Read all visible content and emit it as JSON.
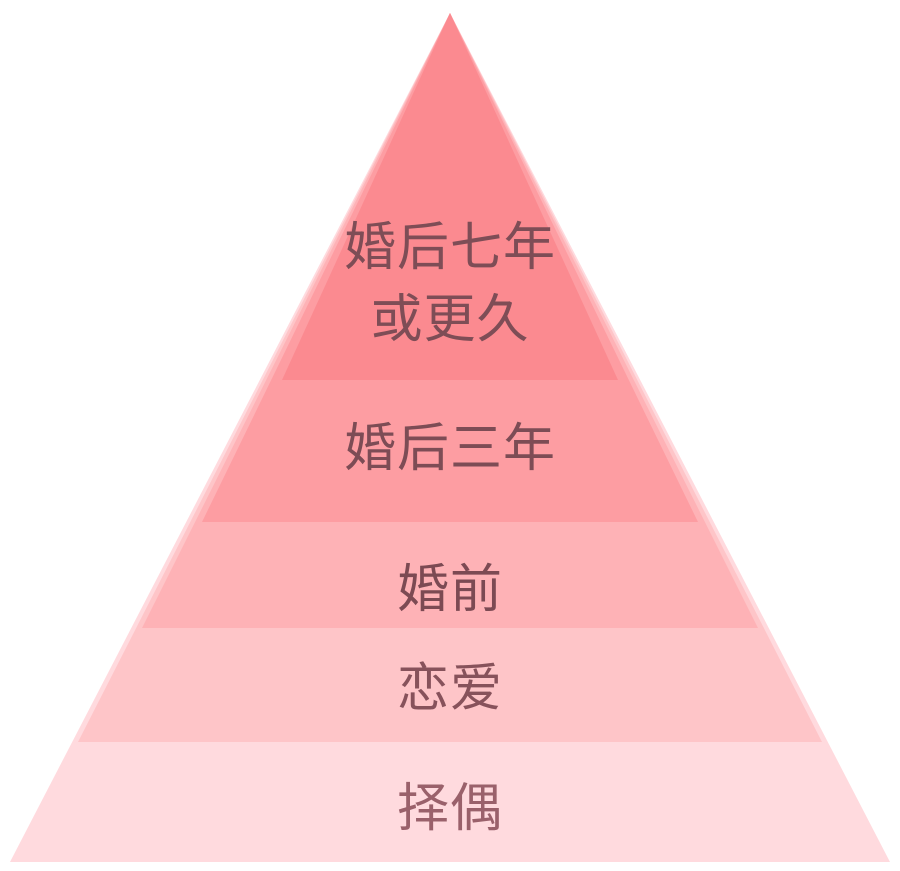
{
  "background_color": "#ffffff",
  "pyramid": {
    "levels": [
      {
        "label": "婚后七年或更久",
        "lines": [
          "婚后七年",
          "或更久"
        ],
        "color": "#fb8a90",
        "text_color": "#7e4d56"
      },
      {
        "label": "婚后三年",
        "color": "#fd9da2",
        "text_color": "#7d4c55"
      },
      {
        "label": "婚前",
        "color": "#feb2b6",
        "text_color": "#7c4a53"
      },
      {
        "label": "恋爱",
        "color": "#fec5c8",
        "text_color": "#87525b"
      },
      {
        "label": "择偶",
        "color": "#ffdade",
        "text_color": "#9a616b"
      }
    ]
  },
  "chart_data": {
    "type": "pyramid",
    "title": "",
    "levels_top_to_bottom": [
      "婚后七年或更久",
      "婚后三年",
      "婚前",
      "恋爱",
      "择偶"
    ],
    "colors_top_to_bottom": [
      "#fb8a90",
      "#fd9da2",
      "#feb2b6",
      "#fec5c8",
      "#ffdade"
    ],
    "orientation": "apex-top"
  }
}
